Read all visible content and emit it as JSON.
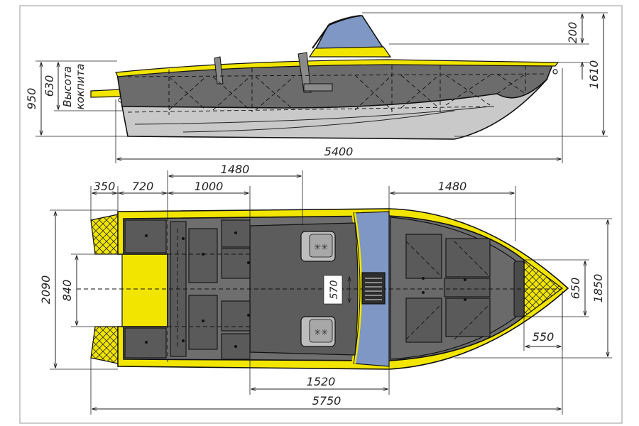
{
  "colors": {
    "hull": "#6c6c6c",
    "deck": "#6e6e6e",
    "trim": "#f2e600",
    "bottom": "#c9c9c9",
    "glass": "#7f97c4",
    "console": "#7f97c4",
    "seat": "#bdbdbd",
    "panel": "#565656"
  },
  "side_view": {
    "label_cockpit_height": "Высота\nкокпита",
    "dimensions": {
      "overall_length": "5400",
      "windshield_height": "200",
      "overall_height": "1610",
      "transom_height": "950",
      "cockpit_height": "630"
    }
  },
  "top_view": {
    "dimensions": {
      "overall_length": "5750",
      "beam": "2090",
      "deck_width": "1850",
      "stern_inset": "840",
      "bow_width": "650",
      "bow_offset": "550",
      "console_span": "1520",
      "seg_350": "350",
      "seg_720": "720",
      "seg_1000": "1000",
      "seg_1480_aft": "1480",
      "seg_1480_fwd": "1480",
      "passage": "570"
    }
  }
}
